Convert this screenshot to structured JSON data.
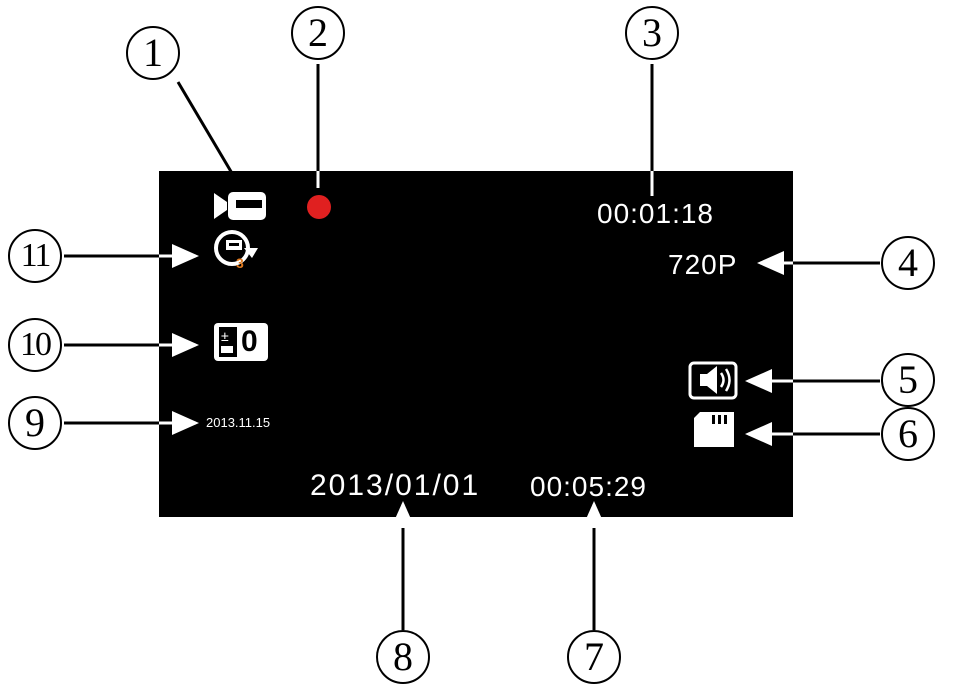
{
  "screen": {
    "record_time": "00:01:18",
    "resolution": "720P",
    "date": "2013/01/01",
    "clock": "00:05:29",
    "date_stamp": "2013.11.15",
    "exposure_value": "0"
  },
  "icons": {
    "mode": "video-camera-icon",
    "recording": "recording-dot-icon",
    "loop": "loop-recording-icon",
    "exposure": "exposure-icon",
    "audio": "speaker-icon",
    "storage": "sd-card-icon"
  },
  "colors": {
    "screen_bg": "#000000",
    "recording_dot": "#e02020",
    "loop_accent": "#e07a20"
  },
  "callouts": [
    "①",
    "②",
    "③",
    "④",
    "⑤",
    "⑥",
    "⑦",
    "⑧",
    "⑨",
    "⑩",
    "⑪"
  ],
  "callout_labels": [
    "1",
    "2",
    "3",
    "4",
    "5",
    "6",
    "7",
    "8",
    "9",
    "10",
    "11"
  ]
}
